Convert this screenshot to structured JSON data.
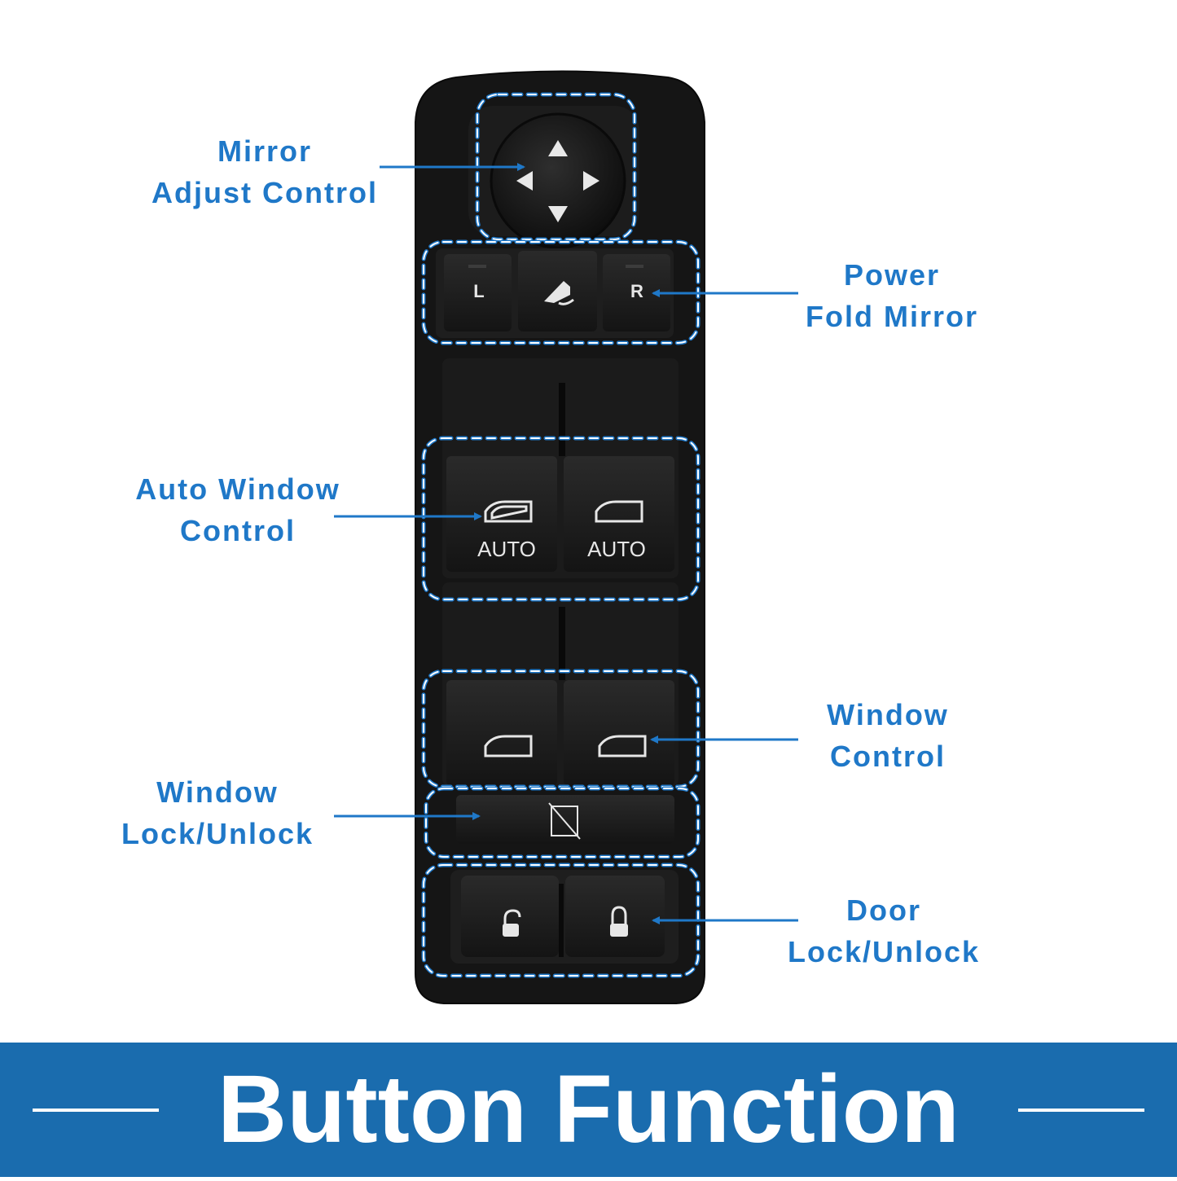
{
  "labels": {
    "mirror": {
      "line1": "Mirror",
      "line2": "Adjust Control"
    },
    "power_fold": {
      "line1": "Power",
      "line2": "Fold Mirror"
    },
    "auto_window": {
      "line1": "Auto Window",
      "line2": "Control"
    },
    "window": {
      "line1": "Window",
      "line2": "Control"
    },
    "window_lock": {
      "line1": "Window",
      "line2": "Lock/Unlock"
    },
    "door_lock": {
      "line1": "Door",
      "line2": "Lock/Unlock"
    }
  },
  "buttons": {
    "left_mirror": "L",
    "right_mirror": "R",
    "auto_left": "AUTO",
    "auto_right": "AUTO"
  },
  "banner": {
    "title": "Button Function"
  },
  "colors": {
    "accent": "#1f78c8",
    "banner": "#1a6cae",
    "panel": "#161616"
  }
}
